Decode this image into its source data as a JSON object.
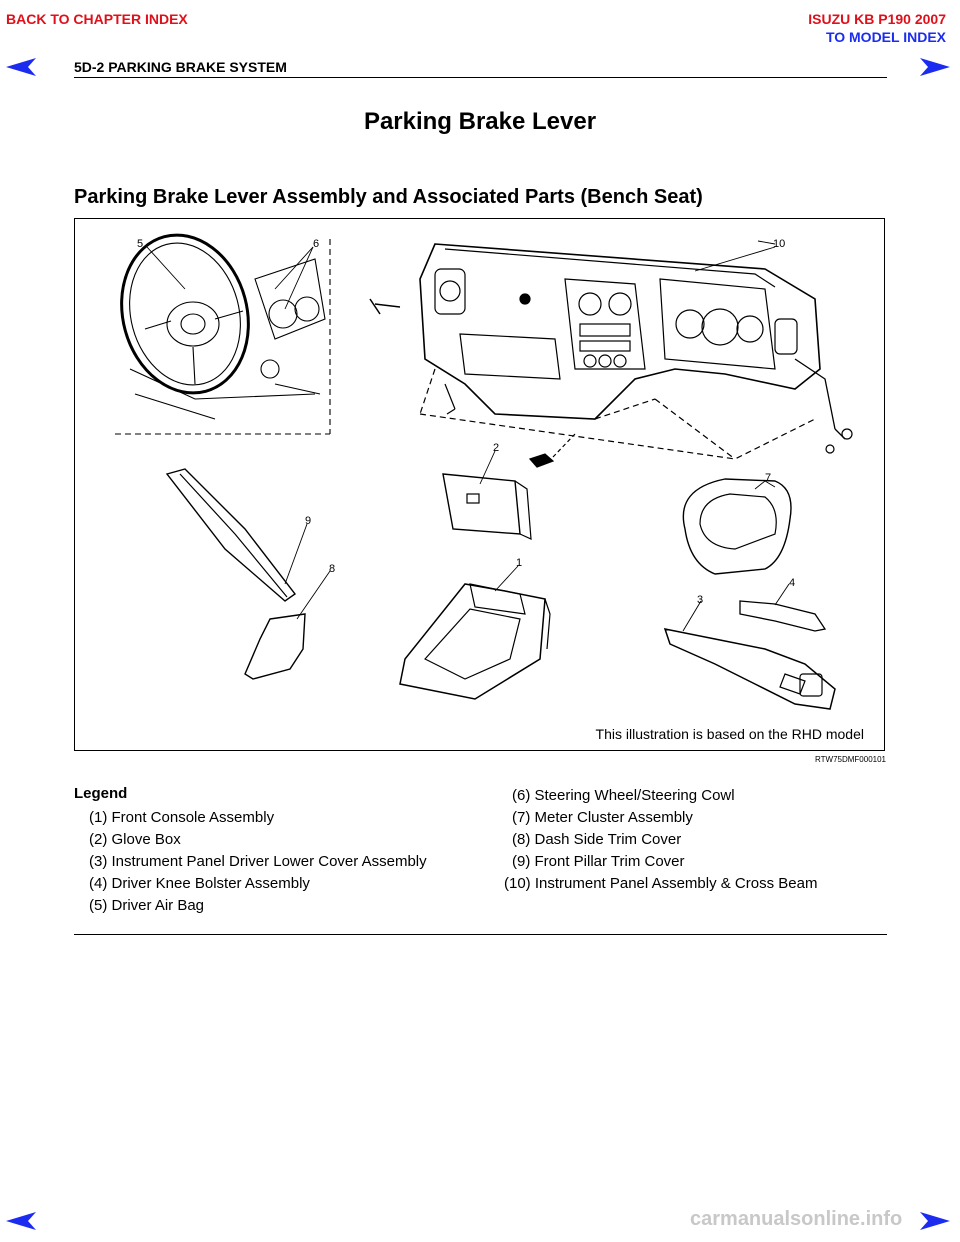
{
  "nav": {
    "back_chapter": "BACK TO CHAPTER INDEX",
    "model": "ISUZU KB P190 2007",
    "to_model": "TO MODEL INDEX"
  },
  "header": {
    "section": "5D-2  PARKING BRAKE SYSTEM"
  },
  "page_title": "Parking Brake Lever",
  "subtitle": "Parking Brake Lever Assembly and Associated Parts (Bench Seat)",
  "figure": {
    "note": "This illustration is based on the RHD model",
    "code": "RTW75DMF000101",
    "callouts": [
      "1",
      "2",
      "3",
      "4",
      "5",
      "6",
      "7",
      "8",
      "9",
      "10"
    ]
  },
  "legend": {
    "title": "Legend",
    "left": [
      "(1) Front Console Assembly",
      "(2) Glove Box",
      "(3) Instrument Panel Driver Lower Cover Assembly",
      "(4) Driver Knee Bolster Assembly",
      "(5) Driver Air Bag"
    ],
    "right": [
      "(6) Steering Wheel/Steering Cowl",
      "(7) Meter Cluster Assembly",
      "(8) Dash Side Trim Cover",
      "(9) Front Pillar Trim Cover",
      "(10) Instrument Panel Assembly & Cross Beam"
    ]
  },
  "footer": {
    "watermark": "carmanualsonline.info"
  },
  "colors": {
    "red": "#e0101a",
    "blue": "#1b2cf0"
  }
}
